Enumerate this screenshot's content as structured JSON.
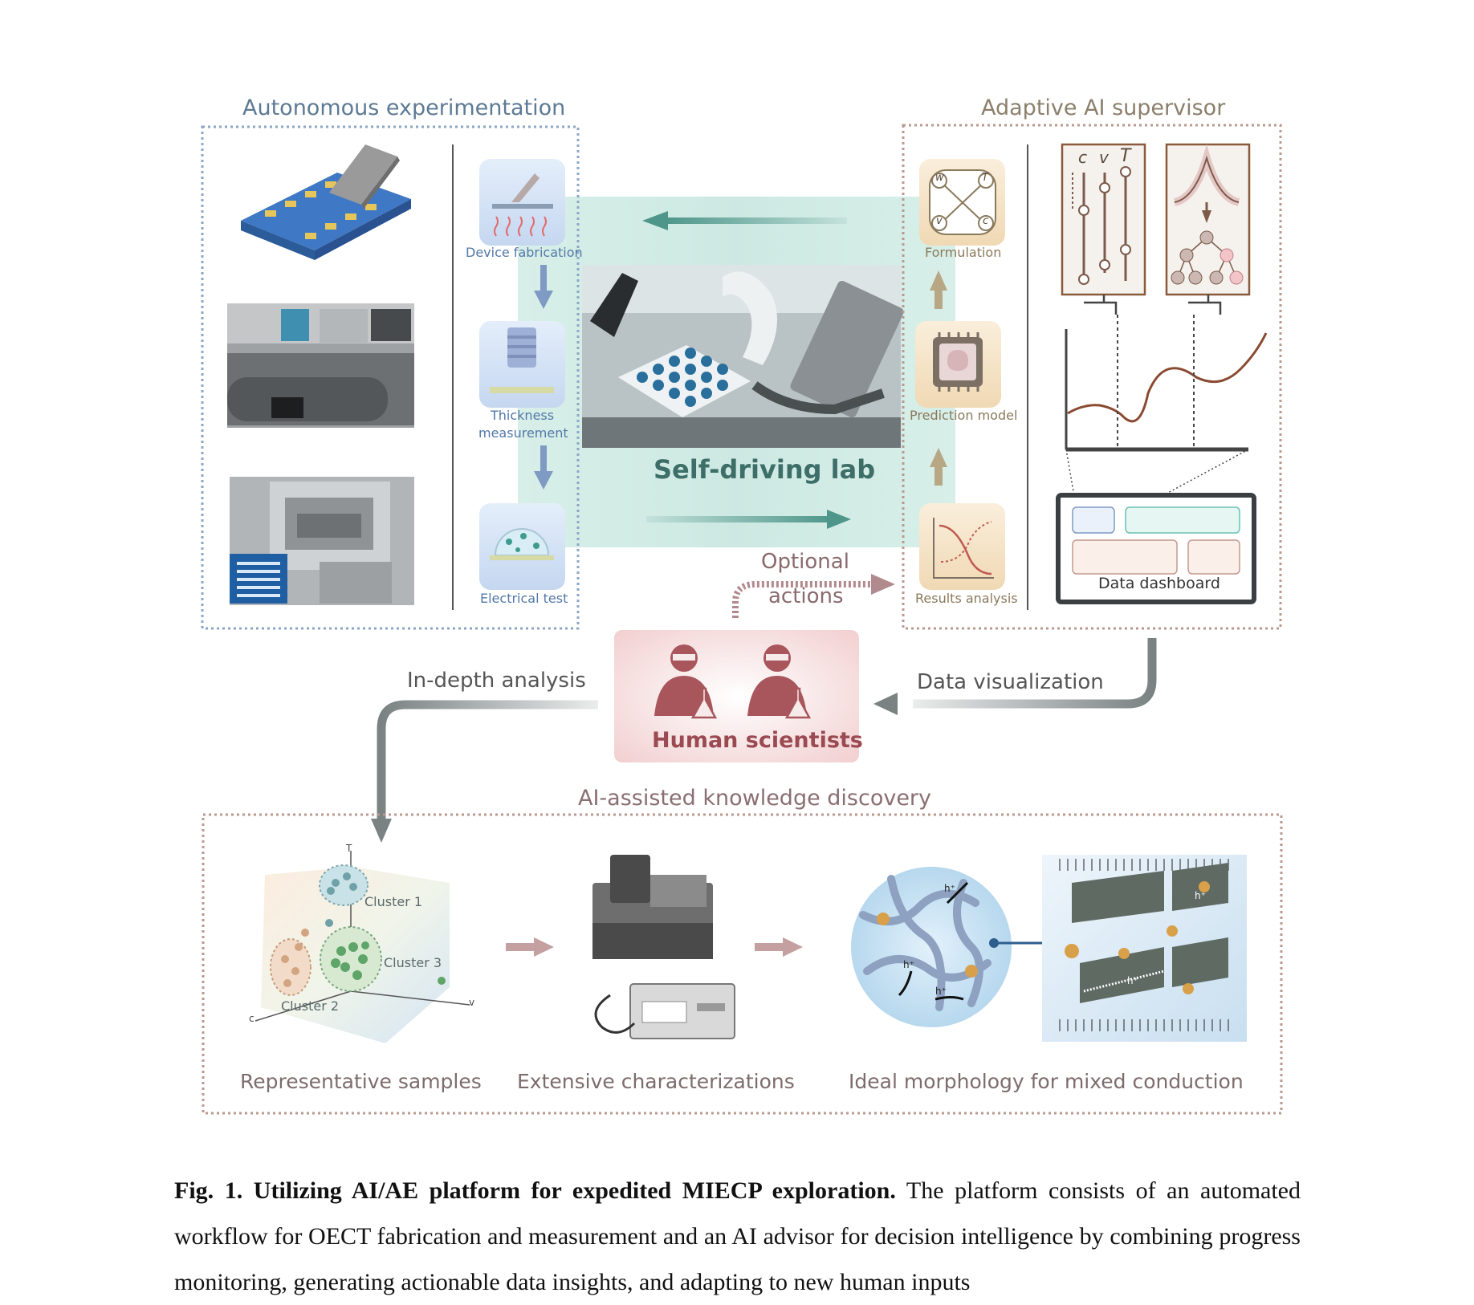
{
  "figure": {
    "sections": {
      "autonomous": "Autonomous experimentation",
      "supervisor": "Adaptive AI supervisor",
      "discovery": "AI-assisted knowledge discovery"
    },
    "ae_steps": [
      "Device fabrication",
      "Thickness",
      "measurement",
      "Electrical test"
    ],
    "ai_steps": [
      "Formulation",
      "Prediction model",
      "Results analysis"
    ],
    "center_title": "Self-driving lab",
    "optional_actions": [
      "Optional",
      "actions"
    ],
    "dashboard_label": "Data dashboard",
    "slider_labels": [
      "c",
      "v",
      "T"
    ],
    "formulation_letters": [
      "w",
      "T",
      "v",
      "c"
    ],
    "human_label": "Human scientists",
    "flows": {
      "in_depth": "In-depth analysis",
      "data_vis": "Data visualization"
    },
    "clusters": [
      "Cluster 1",
      "Cluster 2",
      "Cluster 3"
    ],
    "axes": [
      "T",
      "c",
      "v"
    ],
    "carrier": "h⁺",
    "bottom_captions": [
      "Representative samples",
      "Extensive characterizations",
      "Ideal morphology for mixed conduction"
    ]
  },
  "caption": {
    "label": "Fig. 1. Utilizing AI/AE platform for expedited MIECP exploration.",
    "text": "The platform consists of an automated workflow for OECT fabrication and measurement and an AI advisor for decision intelligence by combining progress monitoring, generating actionable data insights, and adapting to new human inputs"
  },
  "colors": {
    "blue_dotted": "#8ea6c4",
    "brown_dotted": "#b89a90",
    "teal_band": "#cfe9e4",
    "teal_arrow": "#4f968a",
    "human_box": "#f6d8d8",
    "human_fg": "#a8565c",
    "brown_curve": "#8a4a32"
  }
}
